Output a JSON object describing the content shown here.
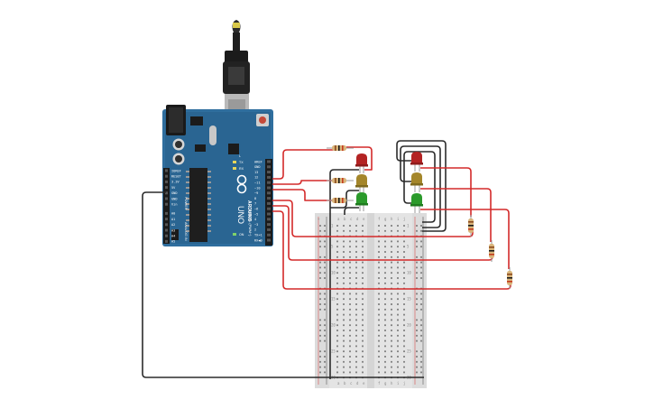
{
  "board": {
    "brand": "ARDUINO",
    "model": "UNO",
    "digital_label": "DIGITAL (PWM~)",
    "analog_label": "ANALOG IN",
    "power_label": "POWER",
    "tx_label": "TX",
    "rx_label": "RX",
    "on_label": "ON",
    "l_label": "L",
    "digital_pins": [
      "AREF",
      "GND",
      "13",
      "12",
      "~11",
      "~10",
      "~9",
      "8",
      "7",
      "~6",
      "~5",
      "4",
      "~3",
      "2",
      "TX➜1",
      "RX◀0"
    ],
    "power_pins": [
      "IOREF",
      "RESET",
      "3.3V",
      "5V",
      "GND",
      "GND",
      "Vin"
    ],
    "analog_pins": [
      "A0",
      "A1",
      "A2",
      "A3",
      "A4",
      "A5"
    ]
  },
  "breadboard": {
    "columns_left": [
      "a",
      "b",
      "c",
      "d",
      "e"
    ],
    "columns_right": [
      "f",
      "g",
      "h",
      "i",
      "j"
    ],
    "row_numbers": [
      "1",
      "5",
      "10",
      "15",
      "20",
      "25",
      "30"
    ],
    "rail_plus": "+",
    "rail_minus": "-"
  },
  "colors": {
    "board": "#2f6e9e",
    "wire_red": "#d42a2a",
    "wire_black": "#2b2b2b",
    "led_red": "#b32323",
    "led_yellow": "#a4862a",
    "led_green": "#2b9a2b",
    "breadboard": "#e3e3e3"
  },
  "icons": [
    "usb-cable-icon",
    "resistor-icon",
    "led-icon"
  ]
}
